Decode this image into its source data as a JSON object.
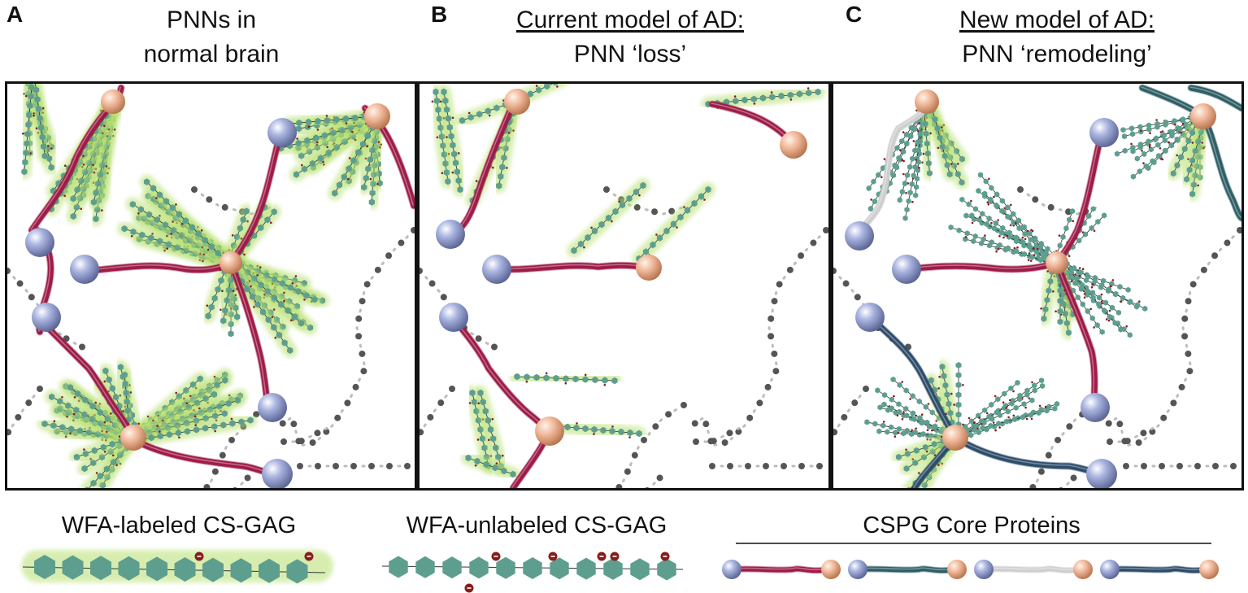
{
  "panels": [
    {
      "letter": "A",
      "title_line1": "PNNs in",
      "title_line2": "normal brain"
    },
    {
      "letter": "B",
      "title_line1": "Current model of AD:",
      "title_line2": "PNN ‘loss’"
    },
    {
      "letter": "C",
      "title_line1": "New model of AD:",
      "title_line2": "PNN ‘remodeling’"
    }
  ],
  "legend": {
    "labeled": "WFA-labeled CS-GAG",
    "unlabeled": "WFA-unlabeled CS-GAG",
    "core": "CSPG  Core Proteins"
  },
  "colors": {
    "protein_red": "#9e1c47",
    "protein_teal": "#2f5f66",
    "protein_gray": "#cfcfcf",
    "protein_blue": "#2e4d6b",
    "hexagon": "#5e9e8f",
    "glow": "#b8e070",
    "sulfate": "#8a1c1c",
    "ball_blue": "#a9b4e0",
    "ball_peach": "#f0b89a",
    "dots": "#555555"
  }
}
